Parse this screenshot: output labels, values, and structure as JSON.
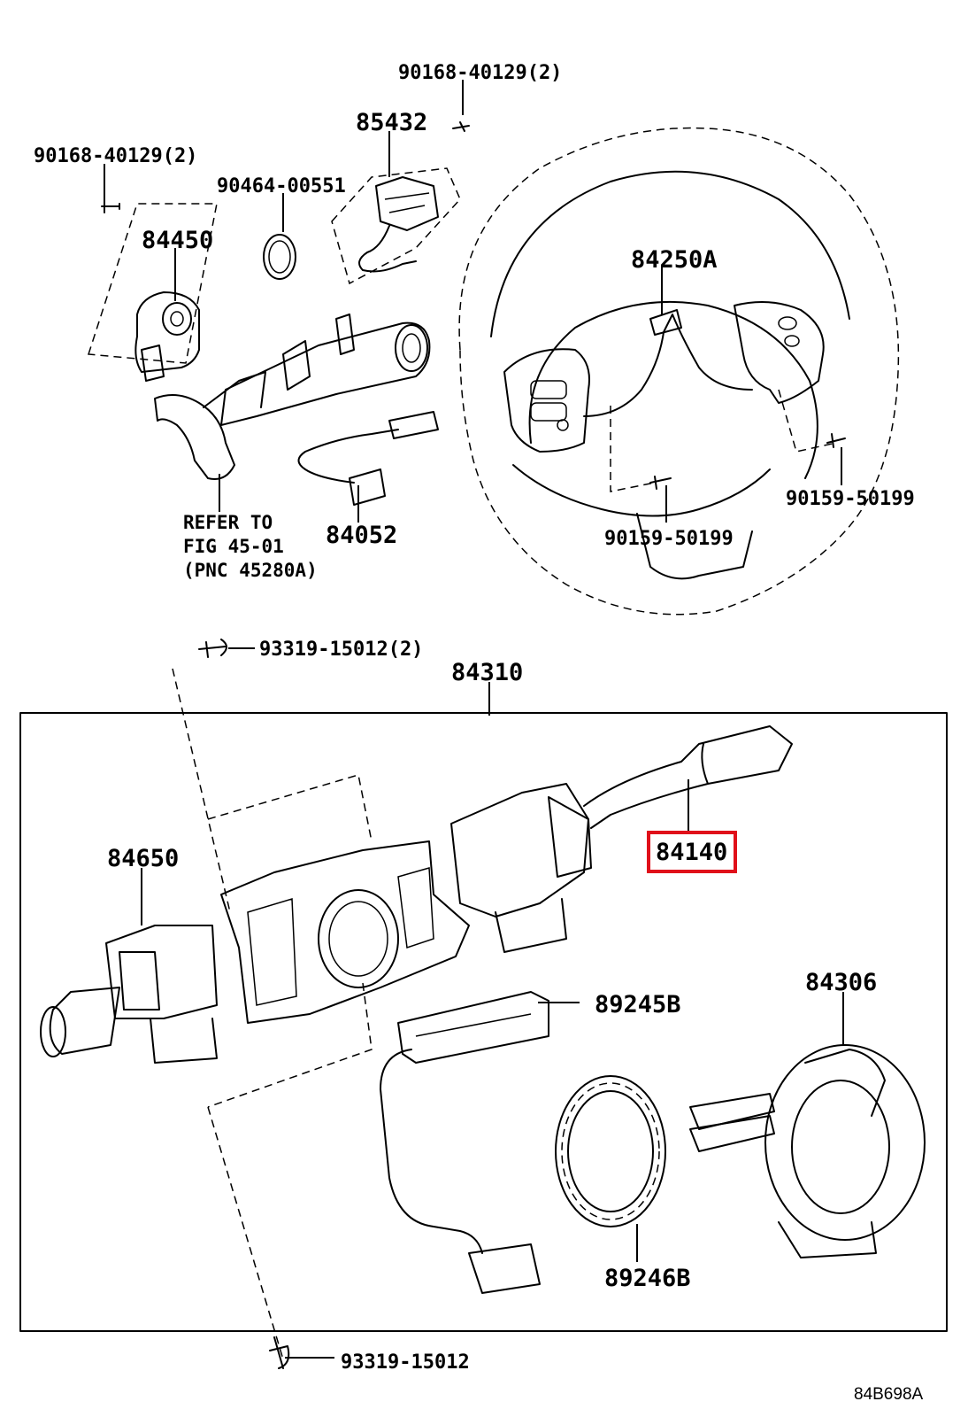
{
  "labels": {
    "p90168_top": "90168-40129(2)",
    "p85432": "85432",
    "p90168_left": "90168-40129(2)",
    "p90464": "90464-00551",
    "p84450": "84450",
    "p84250a": "84250A",
    "refer_line1": "REFER TO",
    "refer_line2": "FIG 45-01",
    "refer_line3": "(PNC 45280A)",
    "p84052": "84052",
    "p90159_right": "90159-50199",
    "p90159_mid": "90159-50199",
    "p93319_top": "93319-15012(2)",
    "p84310": "84310",
    "p84140": "84140",
    "p84650": "84650",
    "p89245b": "89245B",
    "p84306": "84306",
    "p89246b": "89246B",
    "p93319_bottom": "93319-15012",
    "diagram_code": "84B698A"
  },
  "highlight": {
    "part": "84140",
    "color": "#e0101a"
  }
}
